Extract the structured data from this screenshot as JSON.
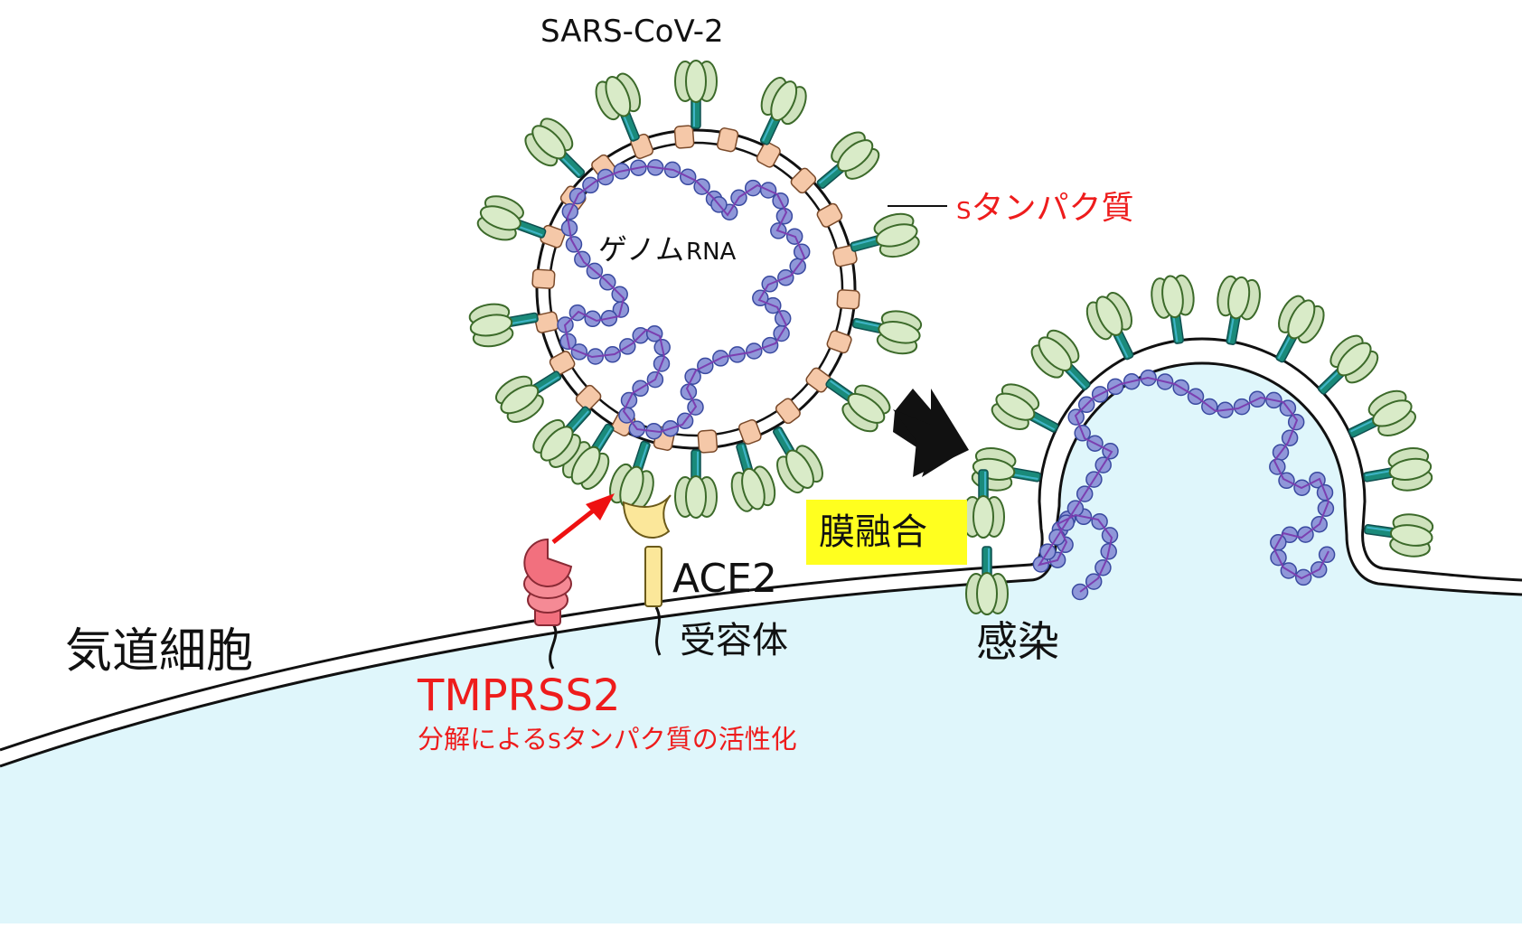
{
  "labels": {
    "virus_name": "SARS-CoV-2",
    "genome_rna_kana": "ゲノム",
    "genome_rna_latin": "RNA",
    "spike_protein_s": "S",
    "spike_protein_rest": "タンパク質",
    "receptor_name": "ACE2",
    "receptor_word": "受容体",
    "protease_name": "TMPRSS2",
    "protease_note_pre": "分解による",
    "protease_note_s": "S",
    "protease_note_post": "タンパク質の活性化",
    "membrane_fusion": "膜融合",
    "infection": "感染",
    "airway_cell": "気道細胞"
  },
  "colors": {
    "cell_fill": "#dff6fb",
    "membrane_stroke": "#111111",
    "spike_green": "#cfe2bd",
    "spike_stem": "#1a8a7a",
    "rna_bead": "#8f97d9",
    "rna_strand": "#7b3fb0",
    "envelope_protein": "#f5c8a8",
    "protease": "#f2707e",
    "receptor": "#fbe79a",
    "highlight_yellow": "#ffff1f",
    "red_text": "#ee1c1c",
    "red_arrow": "#ee1111"
  },
  "icons": {
    "fusion_arrow": "bold-black-arrow-icon",
    "activation_arrow": "red-arrow-icon"
  }
}
